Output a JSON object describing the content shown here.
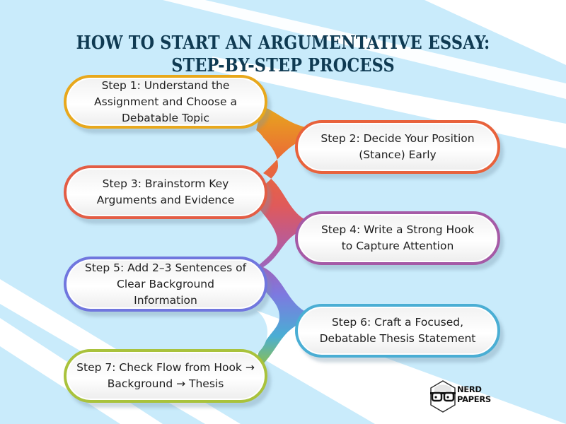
{
  "title": {
    "line1": "HOW TO START AN ARGUMENTATIVE ESSAY:",
    "line2": "STEP-BY-STEP PROCESS"
  },
  "steps": [
    {
      "number": 1,
      "lines": [
        "Step 1: Understand the",
        "Assignment and Choose a",
        "Debatable Topic"
      ],
      "color": "#e8a81c",
      "side": "left"
    },
    {
      "number": 2,
      "lines": [
        "Step 2: Decide Your Position",
        "(Stance) Early"
      ],
      "color": "#e8623c",
      "side": "right"
    },
    {
      "number": 3,
      "lines": [
        "Step 3: Brainstorm Key",
        "Arguments and Evidence"
      ],
      "color": "#e35d45",
      "side": "left"
    },
    {
      "number": 4,
      "lines": [
        "Step 4: Write a Strong Hook",
        "to Capture Attention"
      ],
      "color": "#a55aa6",
      "side": "right"
    },
    {
      "number": 5,
      "lines": [
        "Step 5: Add 2–3 Sentences of",
        "Clear Background",
        "Information"
      ],
      "color": "#7076de",
      "side": "left"
    },
    {
      "number": 6,
      "lines": [
        "Step 6: Craft a Focused,",
        "Debatable Thesis Statement"
      ],
      "color": "#4aaed4",
      "side": "right"
    },
    {
      "number": 7,
      "lines": [
        "Step 7: Check Flow from Hook →",
        "Background → Thesis"
      ],
      "color": "#a9c23c",
      "side": "left"
    }
  ],
  "logo": {
    "line1": "NERD",
    "line2": "PAPERS",
    "icon": "nerd-glasses-hexagon-icon"
  },
  "colors": {
    "background": "#c9ebfb",
    "stripe": "#ffffff",
    "title": "#0f3a52"
  }
}
